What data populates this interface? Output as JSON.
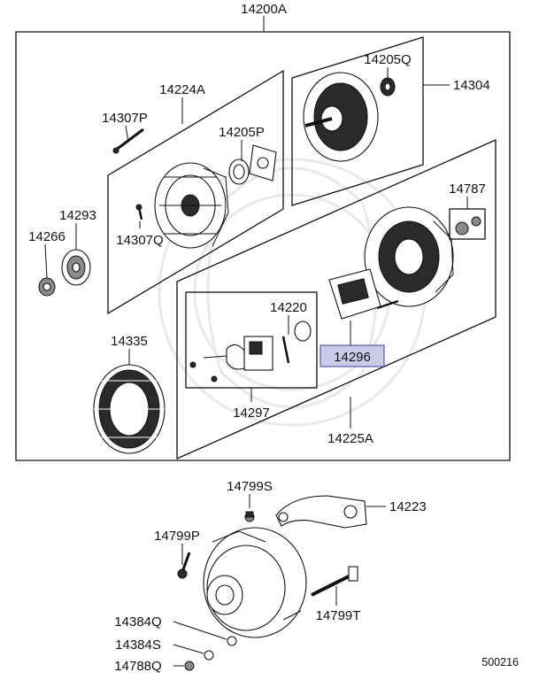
{
  "callouts": {
    "c14200A": "14200A",
    "c14224A": "14224A",
    "c14307P": "14307P",
    "c14205P": "14205P",
    "c14293": "14293",
    "c14266": "14266",
    "c14307Q": "14307Q",
    "c14205Q": "14205Q",
    "c14304": "14304",
    "c14787": "14787",
    "c14220": "14220",
    "c14296": "14296",
    "c14297": "14297",
    "c14335": "14335",
    "c14225A": "14225A",
    "c14799S": "14799S",
    "c14223": "14223",
    "c14799P": "14799P",
    "c14799T": "14799T",
    "c14384Q": "14384Q",
    "c14384S": "14384S",
    "c14788Q": "14788Q"
  },
  "diagram_id": "500216",
  "colors": {
    "highlight_fill": "#c9cbe8",
    "highlight_stroke": "#3a3f8f",
    "line": "#111111"
  }
}
